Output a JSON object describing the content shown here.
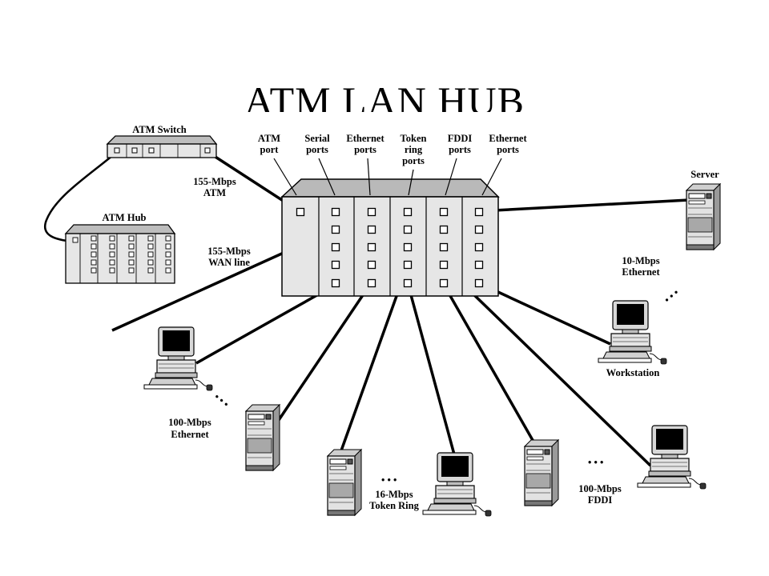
{
  "title": "ATM LAN HUB",
  "port_labels": {
    "atm": [
      "ATM",
      "port"
    ],
    "serial": [
      "Serial",
      "ports"
    ],
    "ethernet_left": [
      "Ethernet",
      "ports"
    ],
    "token_ring": [
      "Token",
      "ring",
      "ports"
    ],
    "fddi": [
      "FDDI",
      "ports"
    ],
    "ethernet_right": [
      "Ethernet",
      "ports"
    ]
  },
  "devices": {
    "atm_switch": "ATM Switch",
    "atm_hub": "ATM Hub",
    "server": "Server",
    "workstation": "Workstation"
  },
  "links": {
    "atm_155": [
      "155-Mbps",
      "ATM"
    ],
    "wan_155": [
      "155-Mbps",
      "WAN line"
    ],
    "eth_10": [
      "10-Mbps",
      "Ethernet"
    ],
    "eth_100": [
      "100-Mbps",
      "Ethernet"
    ],
    "token_16": [
      "16-Mbps",
      "Token Ring"
    ],
    "fddi_100": [
      "100-Mbps",
      "FDDI"
    ]
  },
  "ellipsis": "• • •"
}
